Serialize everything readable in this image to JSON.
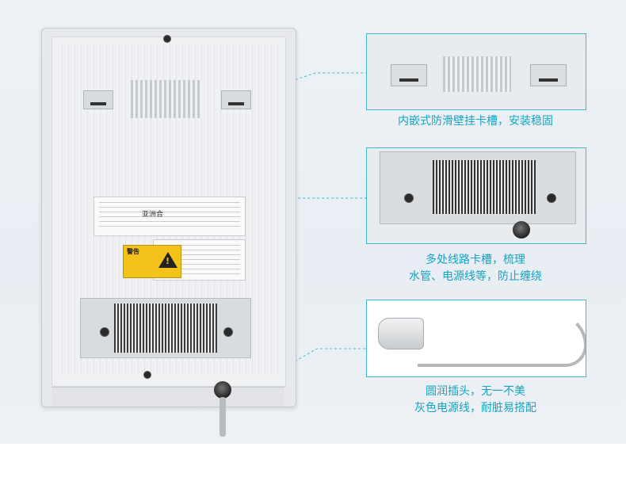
{
  "callouts": [
    {
      "line1": "内嵌式防滑壁挂卡槽，安装稳固",
      "line2": ""
    },
    {
      "line1": "多处线路卡槽，梳理",
      "line2": "水管、电源线等，防止缠绕"
    },
    {
      "line1": "圆润插头，无一不美",
      "line2": "灰色电源线，耐脏易搭配"
    }
  ],
  "labels": {
    "product_tag": "亚洲合",
    "warning_title": "警告"
  },
  "colors": {
    "accent": "#14a3c2",
    "warning": "#f3c21b"
  }
}
